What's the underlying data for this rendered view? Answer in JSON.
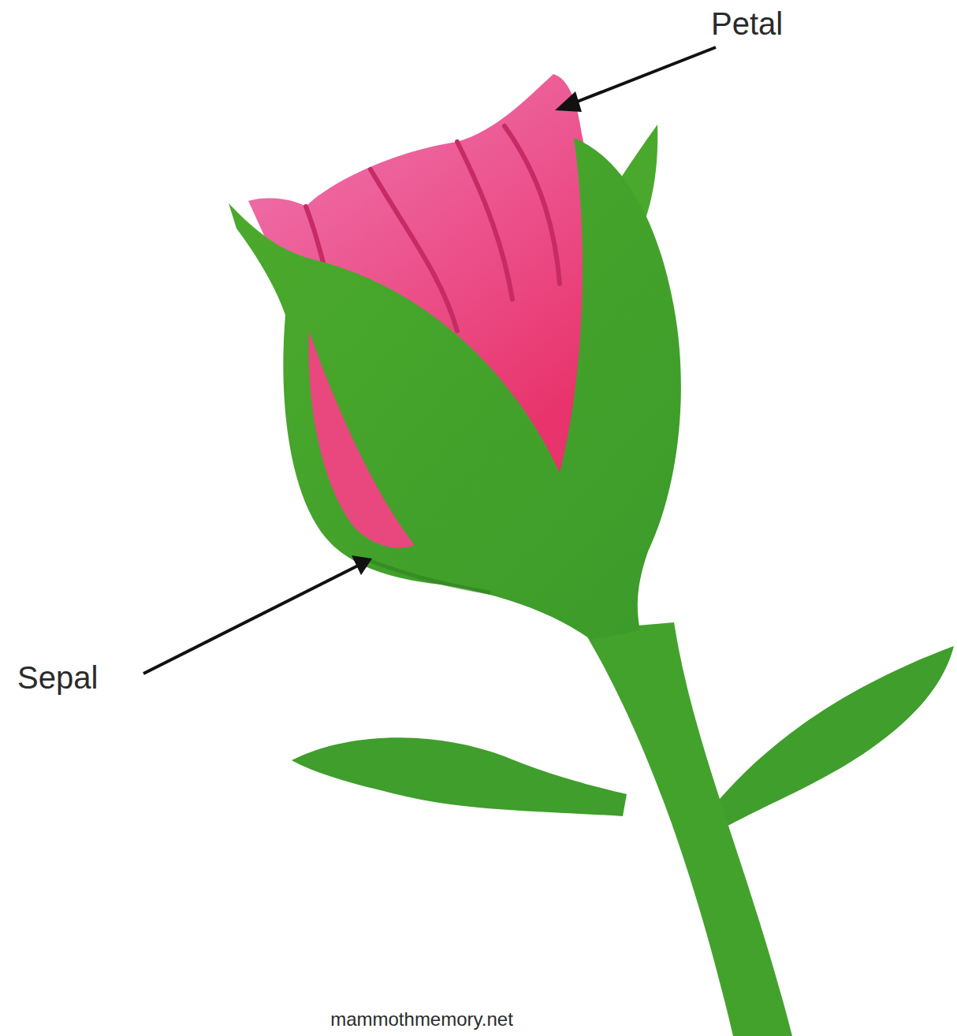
{
  "diagram": {
    "labels": [
      "Petal",
      "Sepal",
      "mammothmemory.net"
    ]
  }
}
